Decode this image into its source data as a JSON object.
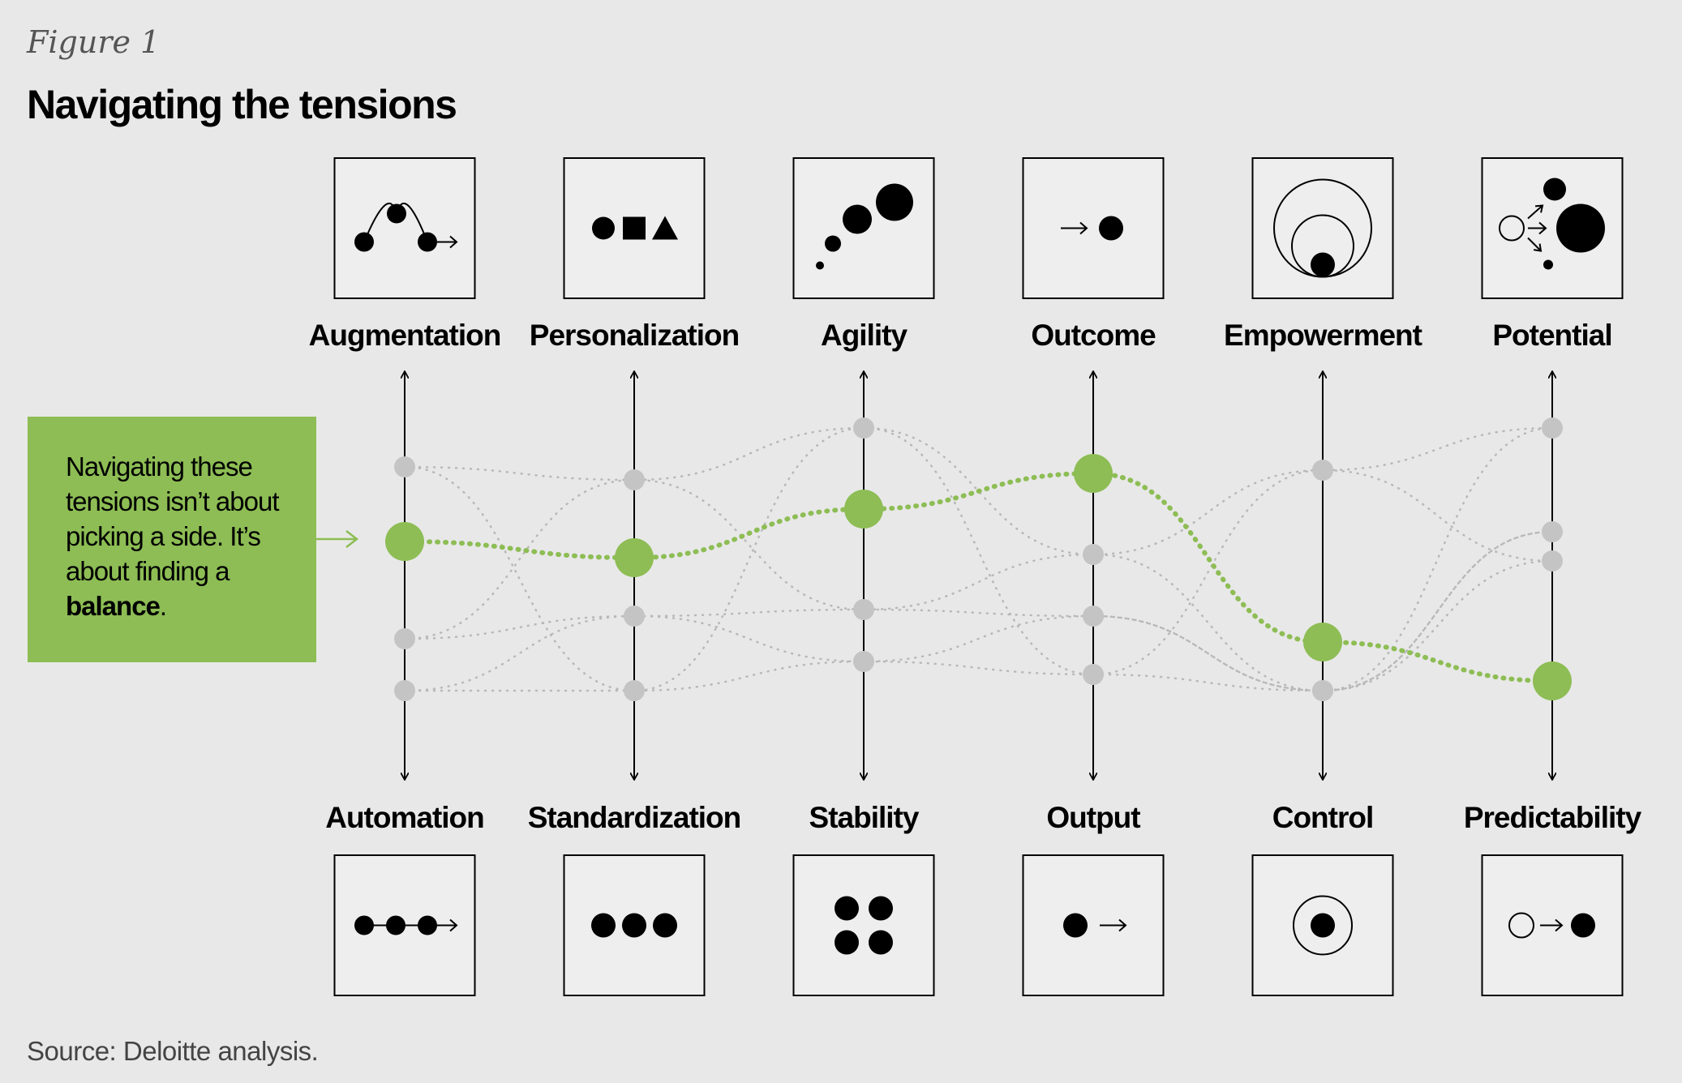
{
  "figure_label": "Figure 1",
  "title": "Navigating the tensions",
  "callout": {
    "text_before": "Navigating these tensions isn’t about picking a side. It’s about finding a ",
    "text_bold": "balance",
    "text_after": "."
  },
  "source": "Source: Deloitte analysis.",
  "colors": {
    "accent": "#8dbd54",
    "background": "#e8e8e8",
    "gray_dot": "#c4c4c4",
    "tile": "#eeeeee"
  },
  "axes": [
    {
      "top_label": "Augmentation",
      "bottom_label": "Automation",
      "top_icon": "augmentation-icon",
      "bottom_icon": "automation-icon",
      "balance": 0.58,
      "other_positions": [
        0.81,
        0.28,
        0.12
      ]
    },
    {
      "top_label": "Personalization",
      "bottom_label": "Standardization",
      "top_icon": "personalization-icon",
      "bottom_icon": "standardization-icon",
      "balance": 0.53,
      "other_positions": [
        0.77,
        0.35,
        0.12
      ]
    },
    {
      "top_label": "Agility",
      "bottom_label": "Stability",
      "top_icon": "agility-icon",
      "bottom_icon": "stability-icon",
      "balance": 0.68,
      "other_positions": [
        0.93,
        0.37,
        0.21
      ]
    },
    {
      "top_label": "Outcome",
      "bottom_label": "Output",
      "top_icon": "outcome-icon",
      "bottom_icon": "output-icon",
      "balance": 0.79,
      "other_positions": [
        0.54,
        0.35,
        0.17
      ]
    },
    {
      "top_label": "Empowerment",
      "bottom_label": "Control",
      "top_icon": "empowerment-icon",
      "bottom_icon": "control-icon",
      "balance": 0.27,
      "other_positions": [
        0.8,
        0.12,
        0.12
      ]
    },
    {
      "top_label": "Potential",
      "bottom_label": "Predictability",
      "top_icon": "potential-icon",
      "bottom_icon": "predictability-icon",
      "balance": 0.15,
      "other_positions": [
        0.93,
        0.61,
        0.52
      ]
    }
  ]
}
